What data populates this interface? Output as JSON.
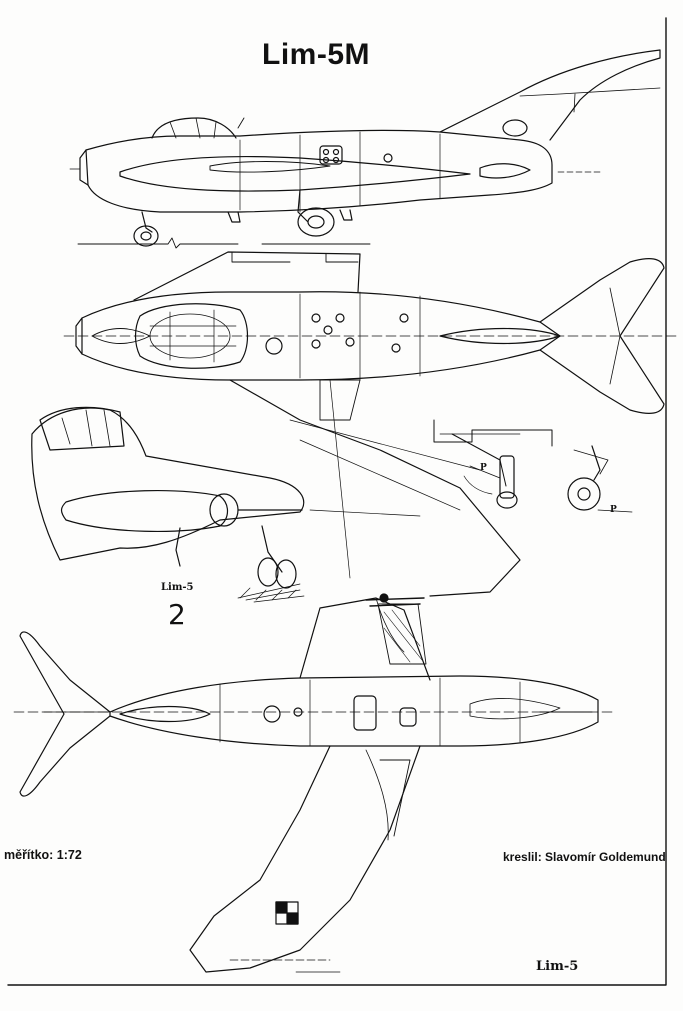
{
  "sheet": {
    "title": "Lim-5M",
    "scale_label": "měřítko: 1:72",
    "author_credit": "kreslil: Slavomír Goldemund",
    "variant_label_perspective": "Lim-5",
    "variant_label_bottom": "Lim-5",
    "page_numeral": "2",
    "landing_gear_label_1": "P",
    "landing_gear_label_2": "P"
  },
  "colors": {
    "ink": "#111111",
    "paper": "#fdfdfc"
  }
}
